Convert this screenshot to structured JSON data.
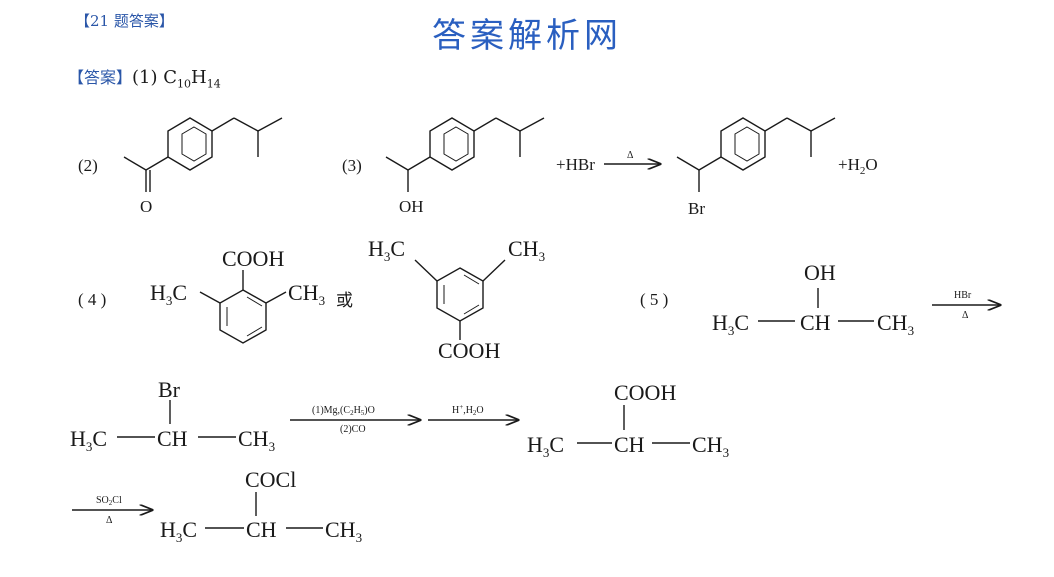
{
  "header": {
    "tag": "【21 题答案】",
    "watermark": "答案解析网"
  },
  "answer": {
    "tag": "【答案】",
    "part1_label": "(1)",
    "formula": {
      "c": "C",
      "c_sub": "10",
      "h": "H",
      "h_sub": "14"
    }
  },
  "part2": {
    "label": "(2)",
    "o": "O"
  },
  "part3": {
    "label": "(3)",
    "oh": "OH",
    "reagent": "+HBr",
    "condition": "Δ",
    "br": "Br",
    "water_h": "+H",
    "water_sub": "2",
    "water_o": "O"
  },
  "part4": {
    "label": "( 4 )",
    "cooh": "COOH",
    "left_ch3": "H",
    "ch3_sub": "3",
    "c_letter": "C",
    "ch3_right": "CH",
    "or": "或",
    "cooh2": "COOH"
  },
  "part5": {
    "label": "( 5 )",
    "oh": "OH",
    "h3c": "H",
    "sub3": "3",
    "c": "C",
    "ch": "CH",
    "ch3": "CH",
    "step1_top": "HBr",
    "step1_bottom": "Δ",
    "br": "Br",
    "step2_top": "(1)Mg,(C",
    "step2_top_sub1": "2",
    "step2_top_mid": "H",
    "step2_top_sub2": "5",
    "step2_top_end": ")O",
    "step2_bottom": "(2)CO",
    "step3_top": "H",
    "step3_top_sup": "+",
    "step3_top_end": ",H",
    "step3_top_sub": "2",
    "step3_top_o": "O",
    "cooh": "COOH",
    "step4_top": "SO",
    "step4_top_sub": "2",
    "step4_top_end": "Cl",
    "step4_bottom": "Δ",
    "cocl": "COCl"
  }
}
